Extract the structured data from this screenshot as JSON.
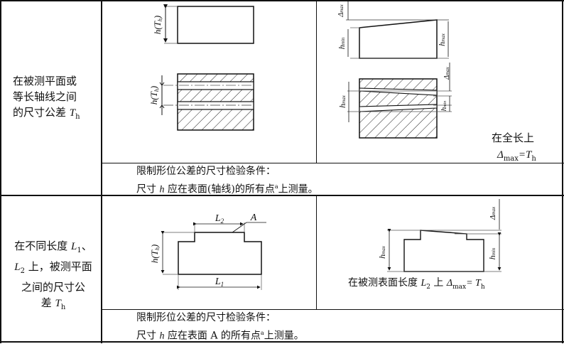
{
  "row1": {
    "label_lines": [
      "在被测平面或",
      "等长轴线之间",
      "的尺寸公差 "
    ],
    "label_symbol": "T",
    "label_sub": "h",
    "left_fig": {
      "dim_label": "h(Th)"
    },
    "right_fig": {
      "labels": [
        "Δmax",
        "hmin",
        "hmax",
        "Δmax",
        "hmax",
        "hmin"
      ],
      "caption_line1": "在全长上",
      "caption_line2_delta": "Δ",
      "caption_line2_sub": "max",
      "caption_line2_eq": "=T",
      "caption_line2_sub2": "h"
    },
    "condition_line1": "限制形位公差的尺寸检验条件：",
    "condition_line2_prefix": "尺寸 ",
    "condition_line2_var": "h",
    "condition_line2_body": " 应在表面(轴线)的所有点",
    "condition_line2_sup": "a",
    "condition_line2_suffix": "上测量。"
  },
  "row2": {
    "label_line1_prefix": "在不同长度 ",
    "label_L1": "L",
    "label_L1_sub": "1",
    "label_line1_suffix": "、",
    "label_L2": "L",
    "label_L2_sub": "2",
    "label_line2_suffix": " 上，被测平面",
    "label_line3": "之间的尺寸公",
    "label_line4_prefix": "差 ",
    "label_symbol": "T",
    "label_sub": "h",
    "left_fig": {
      "L2": "L2",
      "A": "A",
      "h": "h(Th)",
      "L1": "L1"
    },
    "right_fig": {
      "labels": [
        "Δmax",
        "hmax",
        "hmin"
      ],
      "caption_prefix": "在被测表面长度 ",
      "caption_L": "L",
      "caption_L_sub": "2",
      "caption_mid": " 上 ",
      "caption_delta": "Δ",
      "caption_delta_sub": "max",
      "caption_eq": "= T",
      "caption_eq_sub": "h"
    },
    "condition_line1": "限制形位公差的尺寸检验条件：",
    "condition_line2_prefix": "尺寸 ",
    "condition_line2_var": "h",
    "condition_line2_body": " 应在表面 A 的所有点",
    "condition_line2_sup": "a",
    "condition_line2_suffix": "上测量。"
  }
}
